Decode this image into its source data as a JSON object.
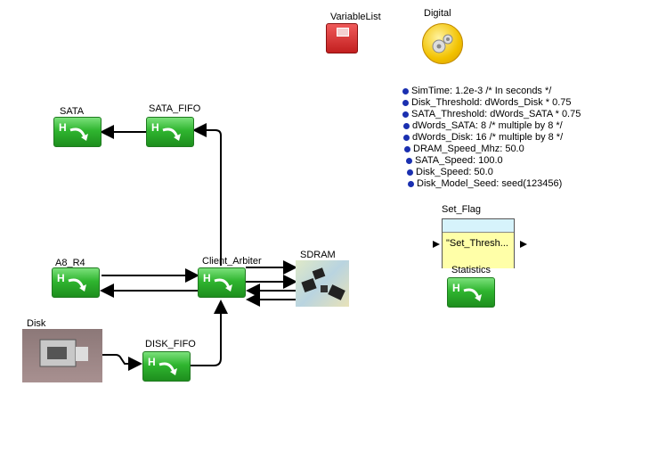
{
  "blocks": {
    "sata": {
      "label": "SATA"
    },
    "sata_fifo": {
      "label": "SATA_FIFO"
    },
    "a8_r4": {
      "label": "A8_R4"
    },
    "client_arbiter": {
      "label": "Client_Arbiter"
    },
    "sdram": {
      "label": "SDRAM"
    },
    "disk": {
      "label": "Disk"
    },
    "disk_fifo": {
      "label": "DISK_FIFO"
    },
    "variable_list": {
      "label": "VariableList"
    },
    "digital": {
      "label": "Digital"
    },
    "set_flag": {
      "label": "Set_Flag",
      "content": "\"Set_Thresh..."
    },
    "statistics": {
      "label": "Statistics"
    }
  },
  "block_glyph": "H",
  "variables": [
    "SimTime: 1.2e-3 /* In seconds */",
    "Disk_Threshold: dWords_Disk * 0.75",
    "SATA_Threshold: dWords_SATA * 0.75",
    "dWords_SATA: 8  /* multiple by 8 */",
    "dWords_Disk: 16  /* multiple by 8 */",
    "DRAM_Speed_Mhz: 50.0",
    "SATA_Speed: 100.0",
    "Disk_Speed: 50.0",
    "Disk_Model_Seed: seed(123456)"
  ],
  "colors": {
    "block_green": "#2fb52f",
    "variable_dot": "#1a2fb0",
    "variable_list_red": "#d42a2a",
    "set_flag_top": "#d6f3fb",
    "set_flag_body": "#ffffa8"
  }
}
